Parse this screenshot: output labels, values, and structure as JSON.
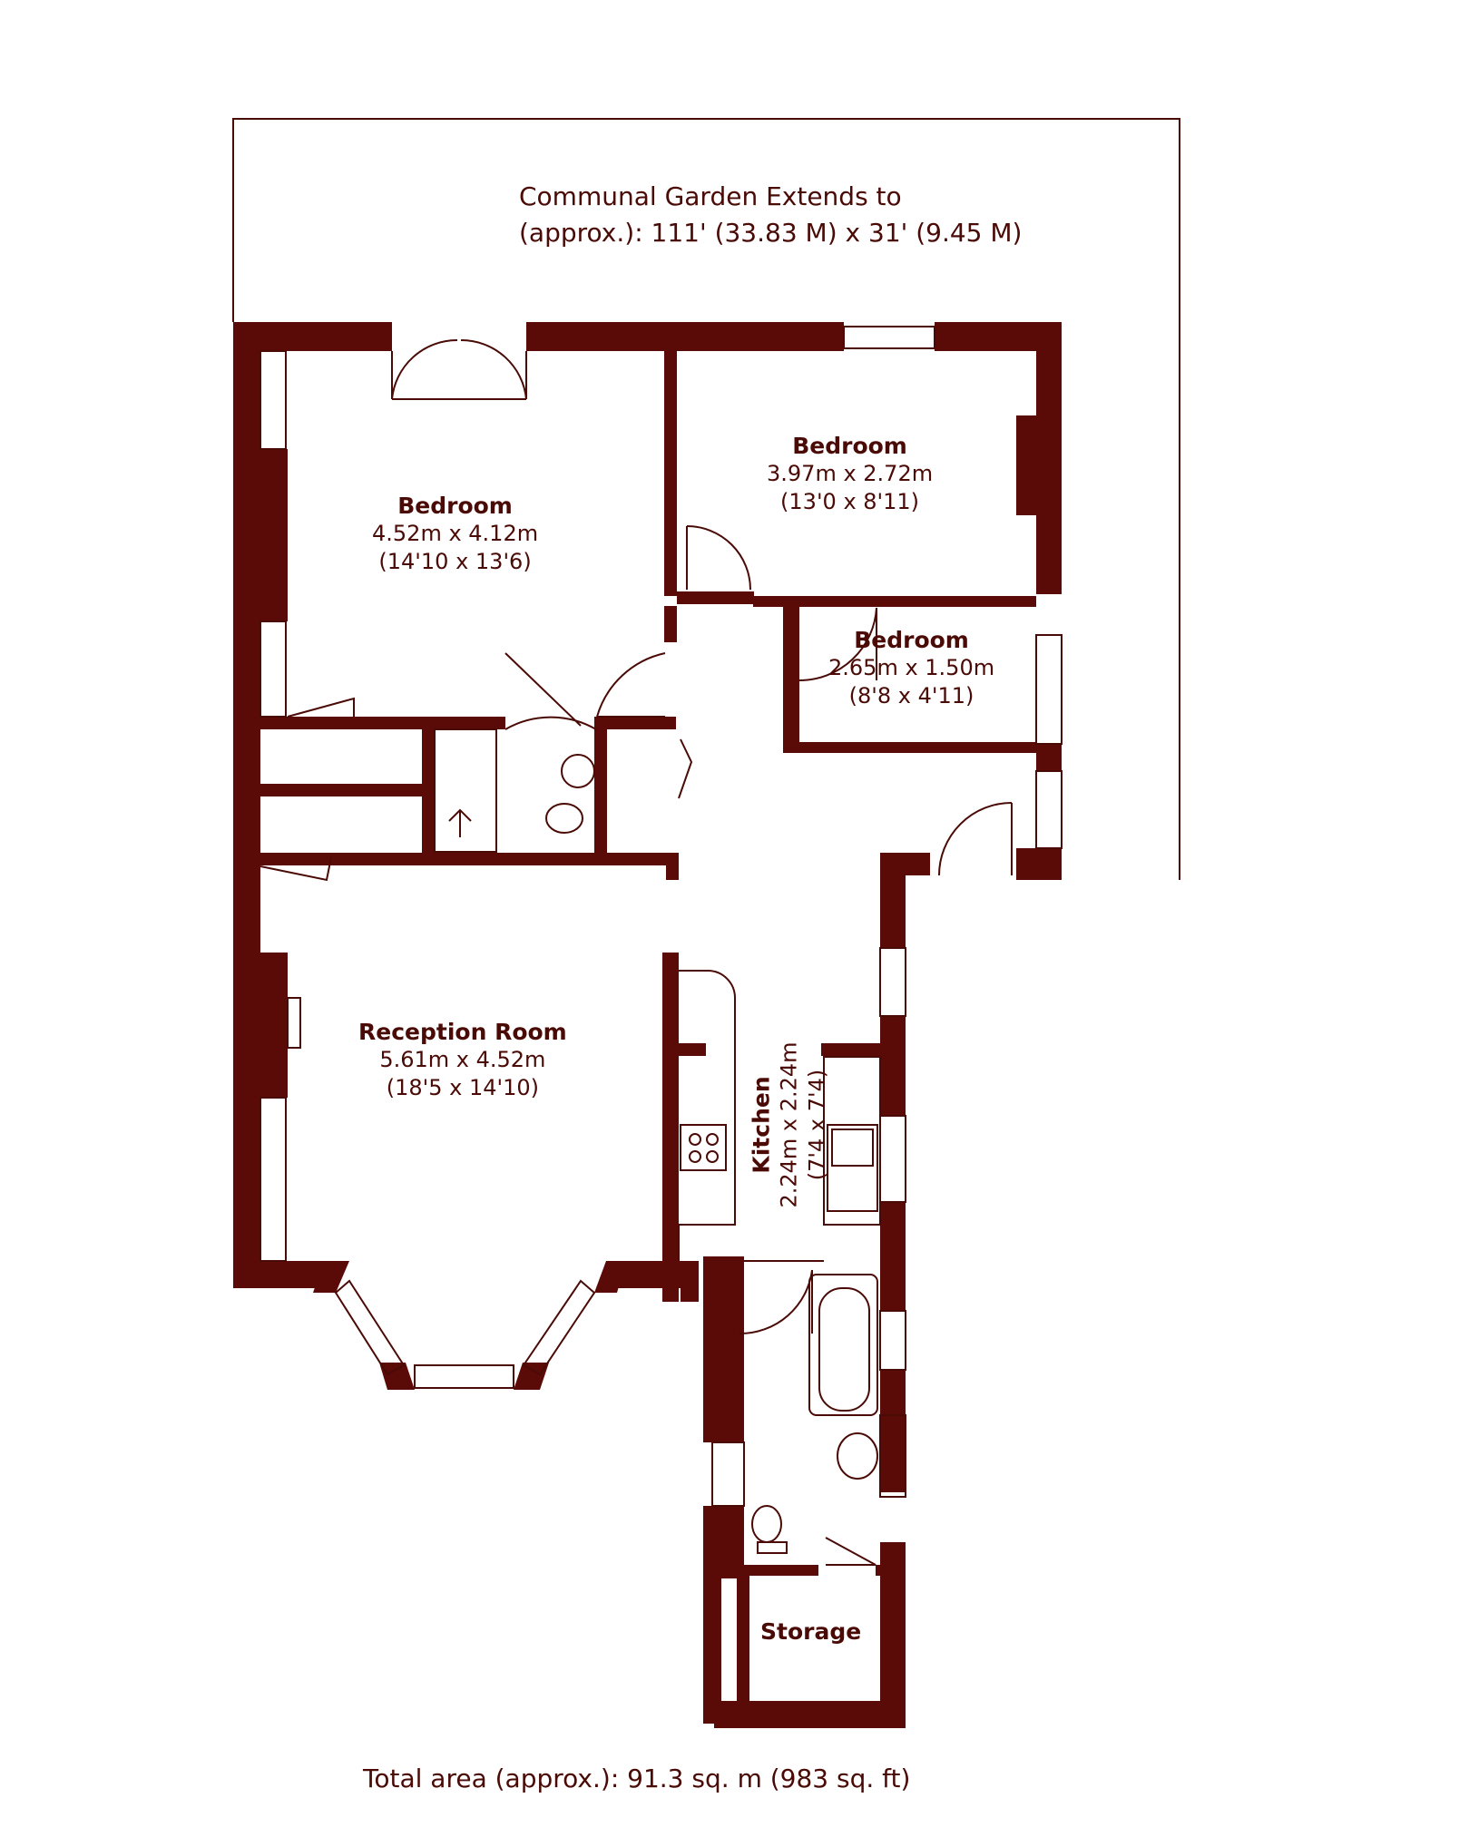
{
  "colors": {
    "wall": "#5a0b08",
    "line": "#4a0a06",
    "background": "#ffffff"
  },
  "garden": {
    "line1": "Communal Garden Extends to",
    "line2": "(approx.): 111' (33.83 M) x 31' (9.45 M)"
  },
  "rooms": {
    "bedroom1": {
      "name": "Bedroom",
      "metric": "4.52m x 4.12m",
      "imperial": "(14'10 x 13'6)"
    },
    "bedroom2": {
      "name": "Bedroom",
      "metric": "3.97m x 2.72m",
      "imperial": "(13'0 x 8'11)"
    },
    "bedroom3": {
      "name": "Bedroom",
      "metric": "2.65m x 1.50m",
      "imperial": "(8'8 x 4'11)"
    },
    "reception": {
      "name": "Reception Room",
      "metric": "5.61m x 4.52m",
      "imperial": "(18'5 x 14'10)"
    },
    "kitchen": {
      "name": "Kitchen",
      "metric": "2.24m x 2.24m",
      "imperial": "(7'4 x 7'4)"
    },
    "storage": {
      "name": "Storage"
    }
  },
  "total_area": "Total area (approx.): 91.3 sq. m (983 sq. ft)"
}
